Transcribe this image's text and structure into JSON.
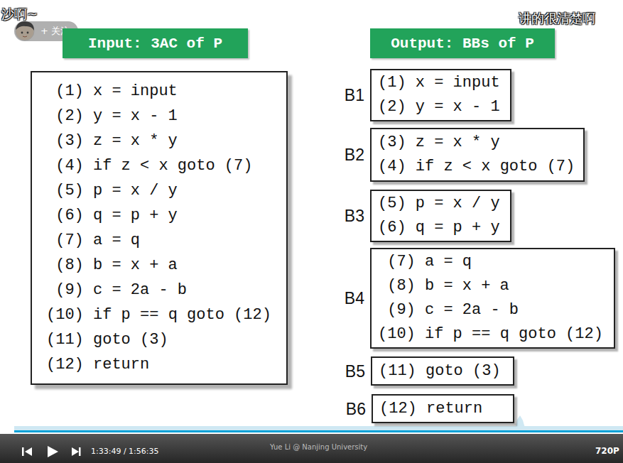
{
  "diagram": {
    "nodes": [
      {
        "text": [
          "+ 关注"
        ]
      },
      {
        "text": [
          "Input: 3AC of P"
        ]
      },
      {
        "text": [
          "Output: BBs of P"
        ]
      },
      {
        "text": [
          "(1) x = input",
          "(2) y = x - 1",
          "(3) z = x * y",
          "(4) if z < x goto (7)",
          "(5) p = x / y",
          "(6) q = p + y",
          "(7) a = q",
          "(8) b = x + a",
          "(9) c = 2a - b",
          "(10) if p == q goto (12)",
          "(11) goto (3)",
          "(12) return"
        ]
      },
      {
        "text": [
          "B1",
          "(1) x = input",
          "(2) y = x - 1"
        ]
      },
      {
        "text": [
          "B2",
          "(3) z = x * y",
          "(4) if z < x goto (7)"
        ]
      },
      {
        "text": [
          "B3",
          "(5) p = x / y",
          "(6) q = p + y"
        ]
      },
      {
        "text": [
          "B4",
          "(7) a = q",
          "(8) b = x + a",
          "(9) c = 2a - b",
          "(10) if p == q goto (12)"
        ]
      },
      {
        "text": [
          "B5",
          "(11) goto (3)"
        ]
      },
      {
        "text": [
          "B6",
          "(12) return"
        ]
      }
    ],
    "labels": [
      "沙啊~",
      "讲的很清楚啊",
      "1:33:49 / 1:56:35",
      "Yue Li @ Nanjing University",
      "720P"
    ]
  }
}
